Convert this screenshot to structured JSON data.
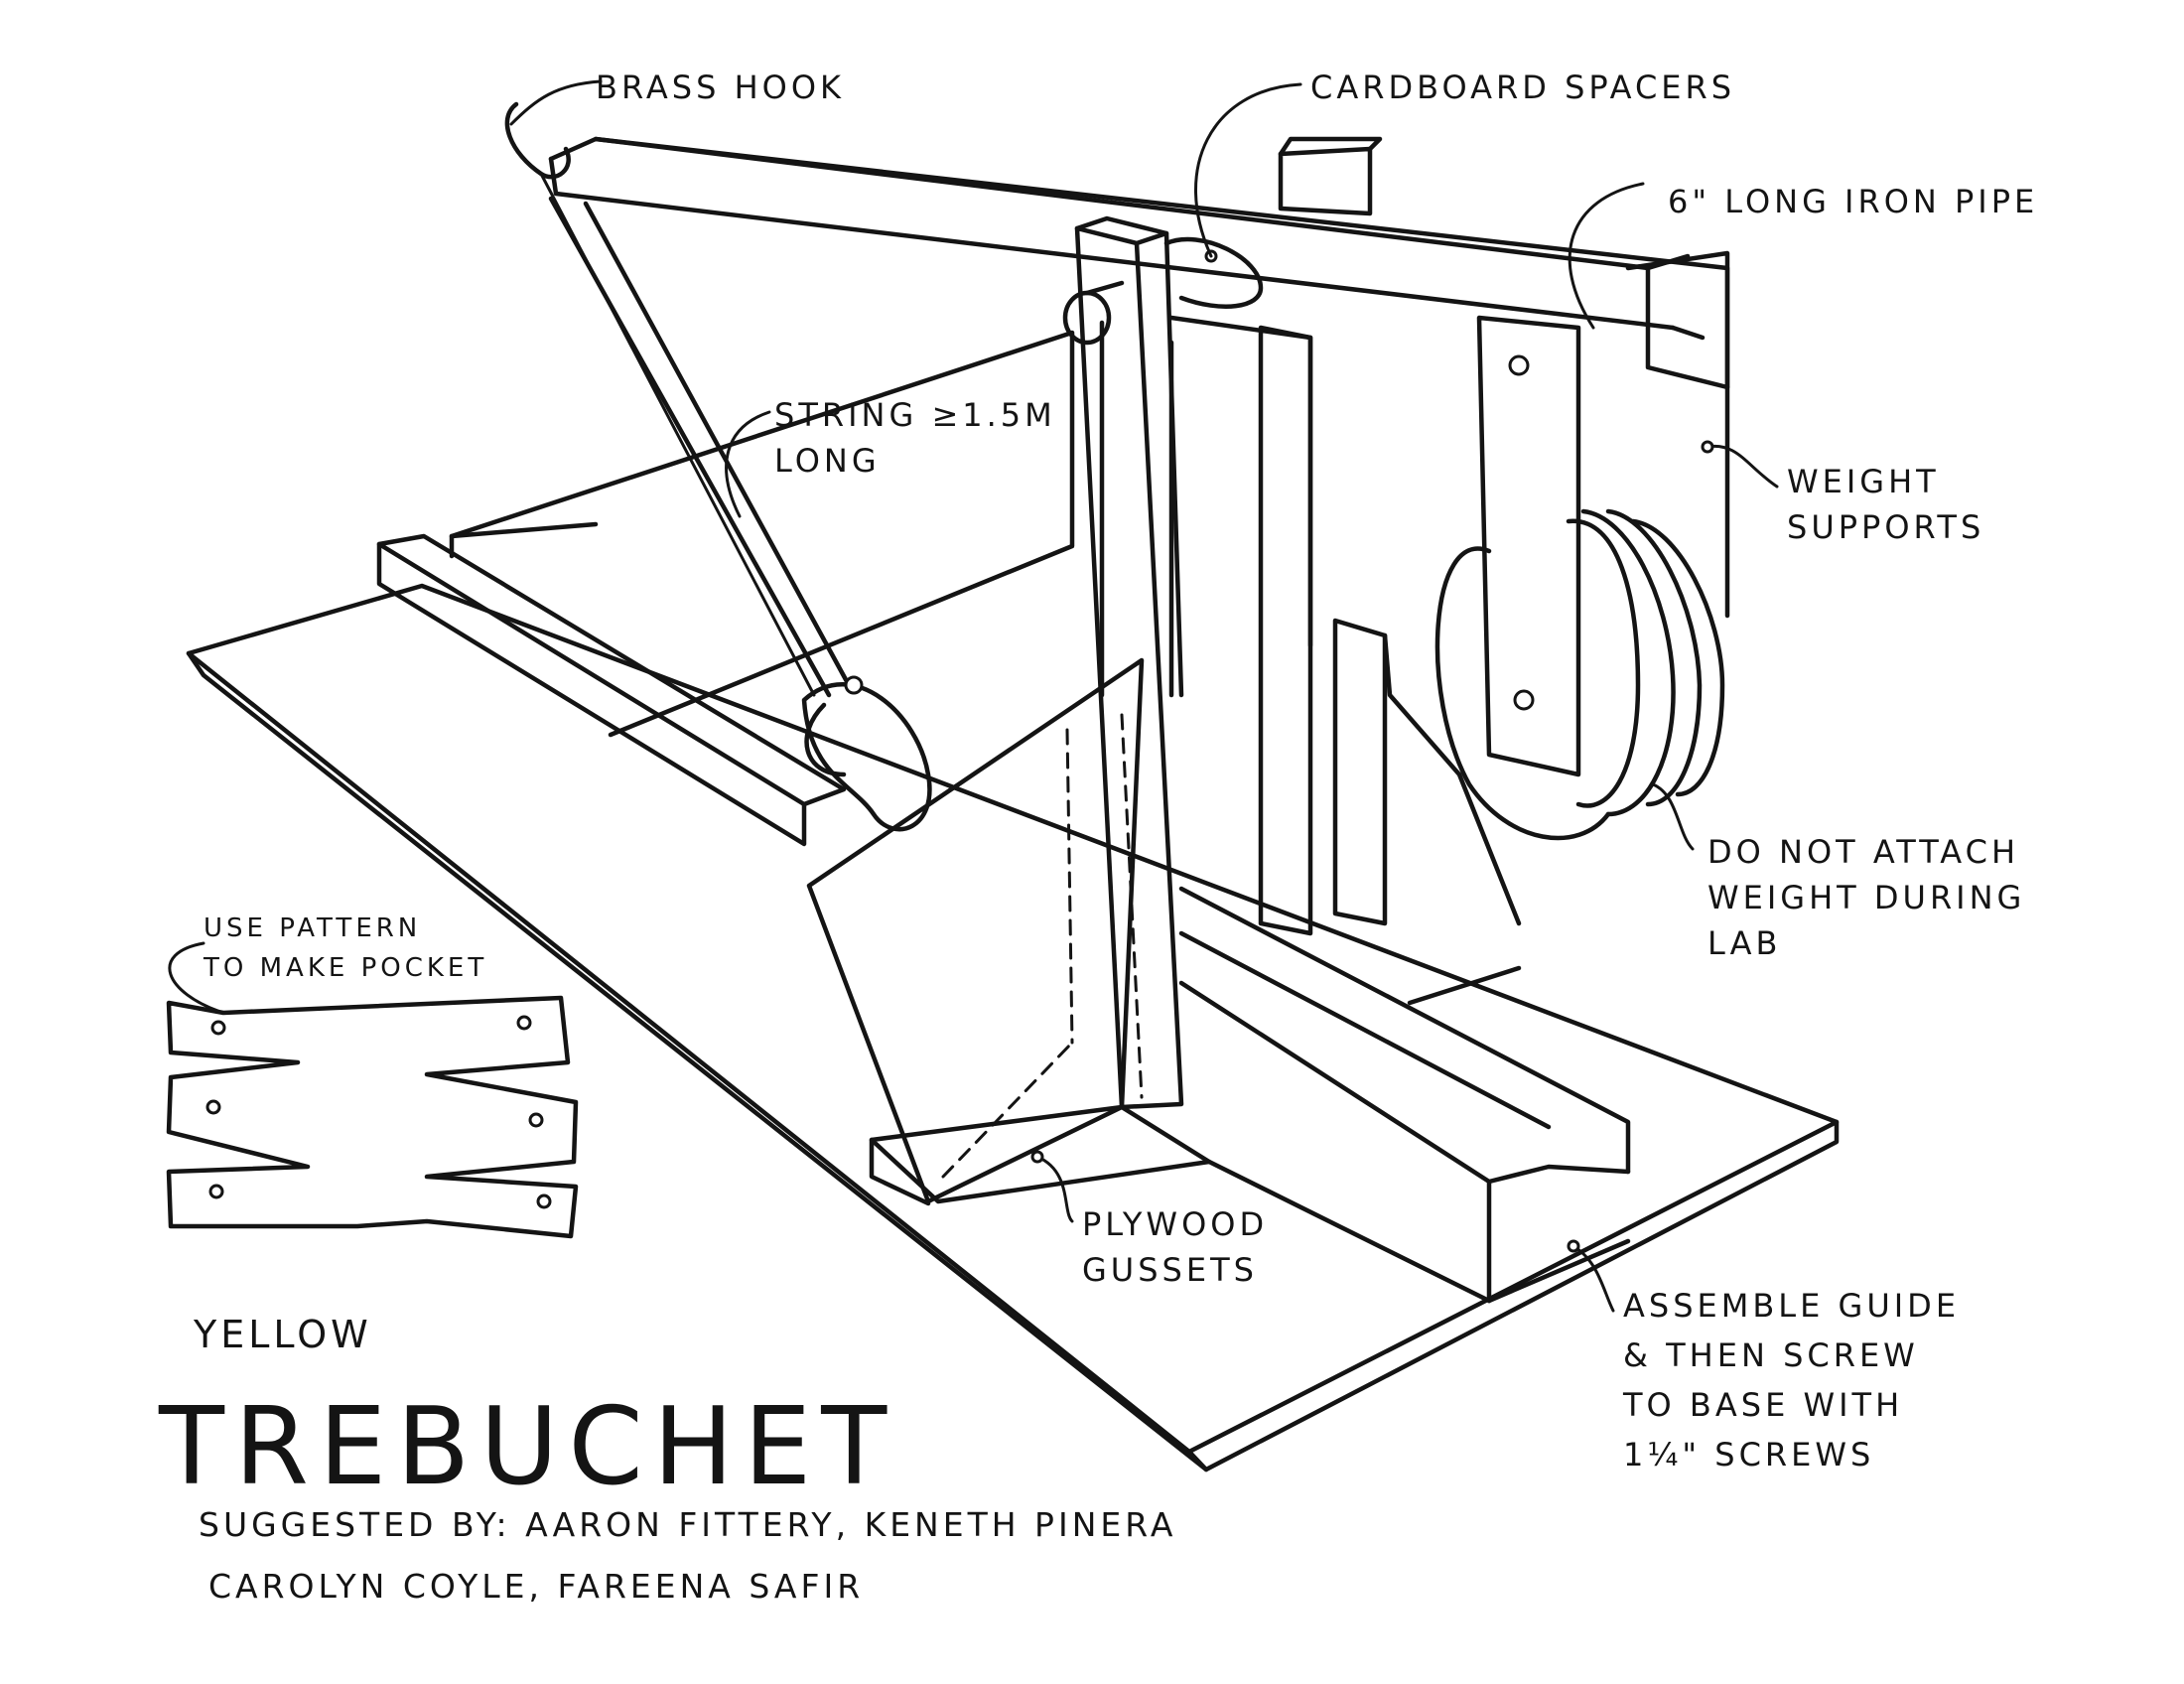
{
  "title": "TREBUCHET",
  "subtitle": "YELLOW",
  "credits": {
    "line1": "SUGGESTED BY:  AARON FITTERY, KENETH PINERA",
    "line2": "CAROLYN COYLE, FAREENA SAFIR"
  },
  "labels": {
    "brass_hook": "BRASS HOOK",
    "cardboard_spacers": "CARDBOARD SPACERS",
    "iron_pipe": "6\" LONG IRON PIPE",
    "string_line1": "STRING ≥1.5M",
    "string_line2": "LONG",
    "weight_supports_line1": "WEIGHT",
    "weight_supports_line2": "SUPPORTS",
    "do_not_attach_line1": "DO NOT ATTACH",
    "do_not_attach_line2": "WEIGHT DURING",
    "do_not_attach_line3": "LAB",
    "pattern_line1": "USE PATTERN",
    "pattern_line2": "TO MAKE POCKET",
    "gussets_line1": "PLYWOOD",
    "gussets_line2": "GUSSETS",
    "assemble_line1": "ASSEMBLE GUIDE",
    "assemble_line2": "& THEN SCREW",
    "assemble_line3": "TO BASE WITH",
    "assemble_line4": "1¼\" SCREWS"
  },
  "ink_color": "#141414"
}
